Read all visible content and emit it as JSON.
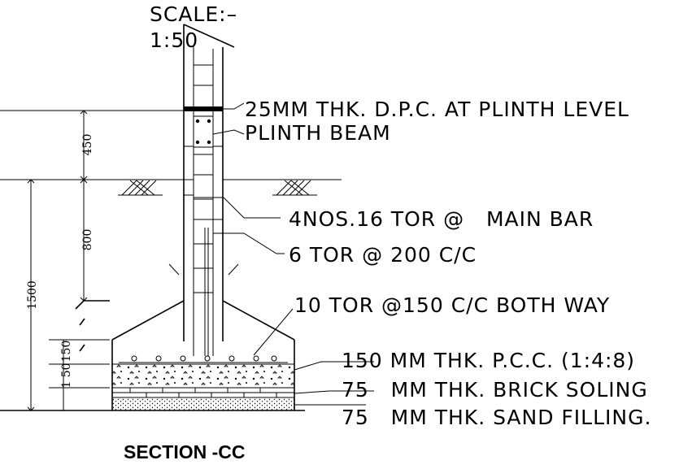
{
  "scale": {
    "line1": "SCALE:–",
    "line2": "1:50"
  },
  "callouts": {
    "dpc": "25MM THK. D.P.C. AT PLINTH LEVEL",
    "plinth_beam": "PLINTH BEAM",
    "main_bar": "4NOS.16 TOR @   MAIN BAR",
    "stirrups": "6 TOR @ 200 C/C",
    "footing_bars": "10 TOR @150 C/C BOTH WAY",
    "pcc": "150 MM THK. P.C.C. (1:4:8)",
    "brick_soling": "75   MM THK. BRICK SOLING",
    "sand_filling": "75   MM THK. SAND FILLING."
  },
  "dimensions": {
    "plinth_height": "450",
    "below_ground": "800",
    "total_depth": "1500",
    "footing_a": "150",
    "footing_b": "150",
    "base_layers": "1 50"
  },
  "title": "SECTION -CC"
}
